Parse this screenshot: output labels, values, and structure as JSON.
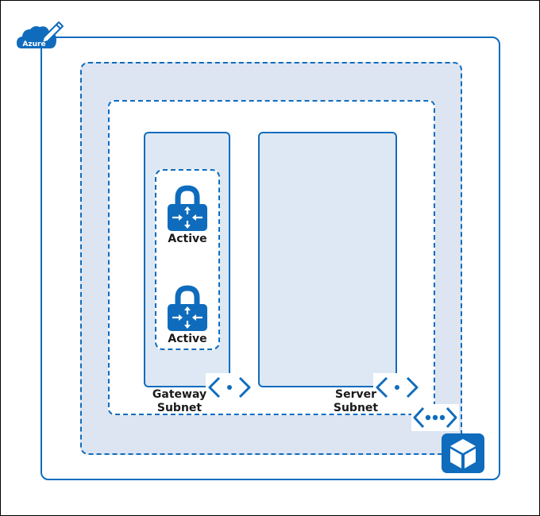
{
  "azure_badge": {
    "label": "Azure",
    "icon": "azure-cloud-pencil-icon"
  },
  "gateways": [
    {
      "label": "Active",
      "icon": "vpn-gateway-lock-icon"
    },
    {
      "label": "Active",
      "icon": "vpn-gateway-lock-icon"
    }
  ],
  "subnets": {
    "gateway": {
      "line1": "Gateway",
      "line2": "Subnet",
      "icon": "subnet-icon"
    },
    "server": {
      "line1": "Server",
      "line2": "Subnet",
      "icon": "subnet-icon"
    }
  },
  "vnet": {
    "icon": "virtual-network-icon"
  },
  "resource_group": {
    "icon": "resource-group-cube-icon"
  },
  "colors": {
    "primary": "#0f6cbd",
    "fill_light": "#dde5f2",
    "fill_subnet": "#dde8f4",
    "text": "#1a1a1a"
  }
}
